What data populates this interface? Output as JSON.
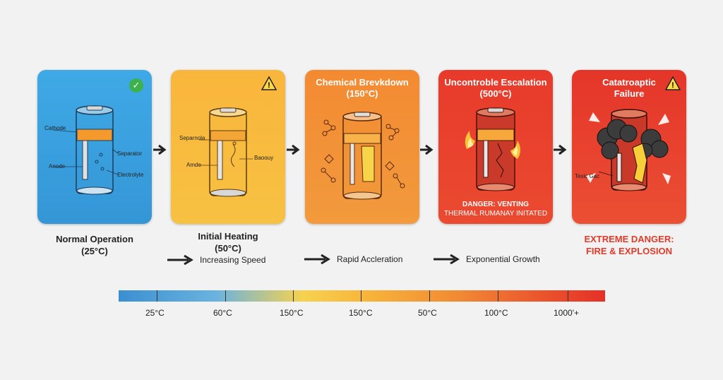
{
  "stages": [
    {
      "title": "",
      "labels": [
        "Cathode",
        "Separator",
        "Anode",
        "Electrolyte"
      ],
      "caption_line1": "Normal Operation",
      "caption_line2": "(25°C)"
    },
    {
      "title": "",
      "labels": [
        "Separnola",
        "Baoouy",
        "Amde"
      ],
      "caption_line1": "Initial Heating",
      "caption_line2": "(50°C)"
    },
    {
      "title_line1": "Chemical Brevkdown",
      "title_line2": "(150°C)"
    },
    {
      "title_line1": "Uncontroble Escalation",
      "title_line2": "(500°C)",
      "banner_line1": "DANGER: VENTING",
      "banner_line2": "THERMAL RUMANAY INITATED"
    },
    {
      "title_line1": "Catatroaptic",
      "title_line2": "Failure",
      "labels": [
        "Texic Gac"
      ],
      "caption_line1": "EXTREME DANGER:",
      "caption_line2": "FIRE & EXPLOSION"
    }
  ],
  "rates": [
    "Increasing Speed",
    "Rapid Accleration",
    "Exponential Growth"
  ],
  "scale_ticks": [
    "25°C",
    "60°C",
    "150°C",
    "150°C",
    "50°C",
    "100°C",
    "1000'+"
  ],
  "colors": {
    "normal": "#3aa3de",
    "heating": "#f6b43a",
    "breakdown": "#f08533",
    "escalation": "#e8402c",
    "failure": "#e4372b",
    "danger_text": "#e23a2a"
  },
  "icons": [
    "check-icon",
    "warning-icon",
    "arrow-right-icon",
    "battery-cell-icon",
    "flame-icon",
    "smoke-icon",
    "molecule-icon"
  ]
}
